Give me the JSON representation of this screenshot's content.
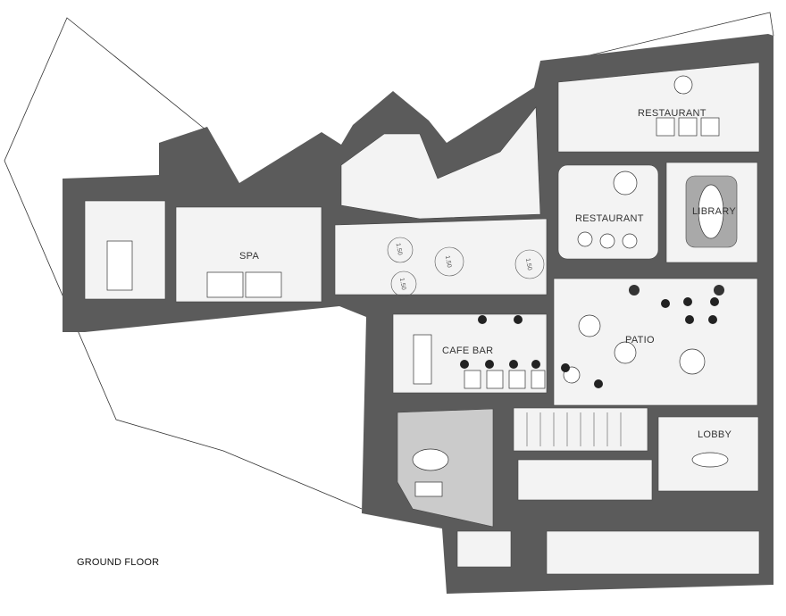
{
  "plan": {
    "title": "GROUND FLOOR",
    "rooms": [
      {
        "id": "restaurant-north",
        "label": "RESTAURANT"
      },
      {
        "id": "restaurant-central",
        "label": "RESTAURANT"
      },
      {
        "id": "library",
        "label": "LIBRARY"
      },
      {
        "id": "spa",
        "label": "SPA"
      },
      {
        "id": "cafe-bar",
        "label": "CAFE BAR"
      },
      {
        "id": "patio",
        "label": "PATIO"
      },
      {
        "id": "lobby",
        "label": "LOBBY"
      }
    ],
    "turning_circle_label": "1.50",
    "colors": {
      "wall": "#5b5b5b",
      "floor": "#f2f2f2",
      "lounge": "#c9c9c9",
      "line": "#333333"
    }
  }
}
